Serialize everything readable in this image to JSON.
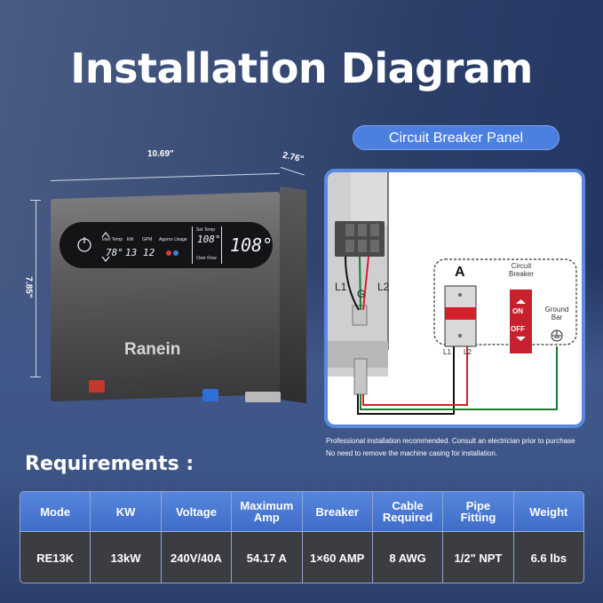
{
  "title": "Installation Diagram",
  "device": {
    "brand": "Ranein",
    "dimensions": {
      "width": "10.69\"",
      "depth": "2.76\"",
      "height": "7.85\""
    },
    "display": {
      "labels": {
        "inlet_temp": "Inlet Temp",
        "kw": "kW",
        "gpm": "GPM",
        "approx_usage": "Approx Usage",
        "set_temp": "Set Temp",
        "over_flow": "Over Flow"
      },
      "values": {
        "inlet_temp": "78°",
        "kw": "13",
        "gpm": "12",
        "set_temp": "108°",
        "main": "108°"
      },
      "icons": [
        "power-icon",
        "up-arrow-icon",
        "down-arrow-icon",
        "hot-water-icon",
        "cold-water-icon"
      ]
    },
    "pipe_colors": {
      "hot": "#c0392b",
      "cold": "#2f6fd8"
    }
  },
  "circuit_panel": {
    "title": "Circuit Breaker Panel",
    "terminal_labels": {
      "l1": "L1",
      "g": "G",
      "l2": "L2"
    },
    "breaker": {
      "label": "A",
      "l1": "L1",
      "l2": "L2",
      "switch_title": "Circuit\nBreaker",
      "on": "ON",
      "off": "OFF",
      "ground_title": "Ground\nBar"
    },
    "wire_colors": {
      "l1": "#111111",
      "l2": "#d4202a",
      "ground": "#1c7a2e"
    },
    "notes": [
      "Professional installation recommended. Consult an electrician prior to purchase",
      "No need to remove the machine casing for installation."
    ]
  },
  "requirements": {
    "title": "Requirements :",
    "columns": [
      "Mode",
      "KW",
      "Voltage",
      "Maximum\nAmp",
      "Breaker",
      "Cable\nRequired",
      "Pipe\nFitting",
      "Weight"
    ],
    "rows": [
      [
        "RE13K",
        "13kW",
        "240V/40A",
        "54.17 A",
        "1×60 AMP",
        "8 AWG",
        "1/2\" NPT",
        "6.6 lbs"
      ]
    ]
  },
  "colors": {
    "accent": "#4b7fe0",
    "background": "#2c3f69",
    "table_body": "#3b3d43"
  }
}
